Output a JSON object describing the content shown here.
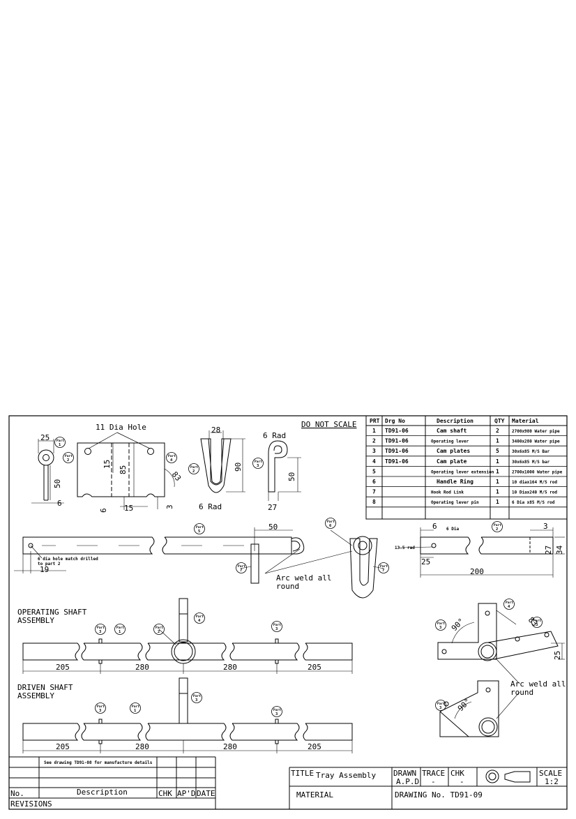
{
  "drawing": {
    "do_not_scale": "DO NOT SCALE",
    "part_label": "Part",
    "annotations": {
      "hole_11": "11 Dia Hole",
      "rad6_a": "6 Rad",
      "rad6_b": "6 Rad",
      "dia6": "6 Dia",
      "rad13": "13.5 rad",
      "hole_note_1": "6 dia hole match drilled",
      "hole_note_2": "to part 2",
      "weld1_line1": "Arc weld all",
      "weld1_line2": "round",
      "weld2_line1": "Arc weld all",
      "weld2_line2": "round",
      "operating_1": "OPERATING SHAFT",
      "operating_2": "ASSEMBLY",
      "driven_1": "DRIVEN SHAFT",
      "driven_2": "ASSEMBLY"
    },
    "dims": {
      "d25a": "25",
      "d50a": "50",
      "d6a": "6",
      "d15a": "15",
      "d85": "85",
      "d6b": "6",
      "d15b": "15",
      "d83a": "83",
      "d3a": "3",
      "d28": "28",
      "d90": "90",
      "d50b": "50",
      "d27a": "27",
      "d50c": "50",
      "d19": "19",
      "d6c": "6",
      "d3b": "3",
      "d27b": "27",
      "d34": "34",
      "d25b": "25",
      "d200": "200",
      "d90deg_a": "90°",
      "d83b": "83",
      "d25c": "25",
      "d90deg_b": "90°",
      "op_205a": "205",
      "op_280a": "280",
      "op_280b": "280",
      "op_205b": "205",
      "dr_205a": "205",
      "dr_280a": "280",
      "dr_280b": "280",
      "dr_205b": "205"
    },
    "parts_list": {
      "headers": [
        "PRT",
        "Drg No",
        "Description",
        "QTY",
        "Material"
      ],
      "rows": [
        [
          "1",
          "TD91-06",
          "Cam shaft",
          "2",
          "2700x980 Water pipe"
        ],
        [
          "2",
          "TD91-06",
          "Operating lever",
          "1",
          "3400x280 Water pipe"
        ],
        [
          "3",
          "TD91-06",
          "Cam plates",
          "5",
          "30x6x85 M/S Bar"
        ],
        [
          "4",
          "TD91-06",
          "Cam plate",
          "1",
          "30x6x85 M/S bar"
        ],
        [
          "5",
          "",
          "Operating lever extension",
          "1",
          "2700x1000 Water pipe"
        ],
        [
          "6",
          "",
          "Handle Ring",
          "1",
          "10 diax164 M/S rod"
        ],
        [
          "7",
          "",
          "Hook Rod Link",
          "1",
          "10 Diax240 M/S rod"
        ],
        [
          "8",
          "",
          "Operating lever pin",
          "1",
          "6 Dia x85 M/S rod"
        ]
      ]
    },
    "revisions": {
      "note": "See drawing TD91-08 for manufacture details",
      "no": "No.",
      "description": "Description",
      "chk": "CHK",
      "apd": "AP'D",
      "date": "DATE",
      "title": "REVISIONS"
    },
    "title_block": {
      "title_label": "TITLE",
      "title": "Tray Assembly",
      "material_label": "MATERIAL",
      "drawn_label": "DRAWN",
      "drawn_value": "A.P.D",
      "trace_label": "TRACE",
      "trace_value": "-",
      "chk_label": "CHK",
      "chk_value": "-",
      "scale_label": "SCALE",
      "scale_value": "1:2",
      "drawing_no": "DRAWING No. TD91-09"
    }
  }
}
